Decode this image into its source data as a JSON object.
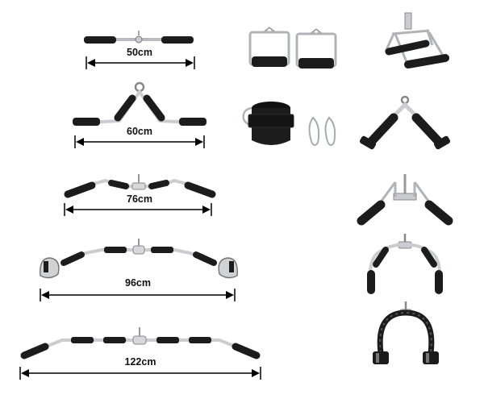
{
  "colors": {
    "background": "#ffffff",
    "rubber": "#1c1c1c",
    "chrome": "#c9ccd0",
    "chrome_dark": "#8a8e94",
    "dimension_line": "#000000"
  },
  "bars": [
    {
      "name": "straight-bar",
      "length_label": "50cm"
    },
    {
      "name": "v-bar",
      "length_label": "60cm"
    },
    {
      "name": "curl-bar",
      "length_label": "76cm"
    },
    {
      "name": "lat-bar-with-handles",
      "length_label": "96cm"
    },
    {
      "name": "long-lat-bar",
      "length_label": "122cm"
    }
  ],
  "accessories": [
    {
      "name": "stirrup-handles-pair"
    },
    {
      "name": "ankle-strap"
    },
    {
      "name": "carabiners-pair"
    },
    {
      "name": "seated-row-handle"
    },
    {
      "name": "tricep-v-handle"
    },
    {
      "name": "rotating-v-grip"
    },
    {
      "name": "curved-row-bar"
    },
    {
      "name": "tricep-rope"
    }
  ]
}
